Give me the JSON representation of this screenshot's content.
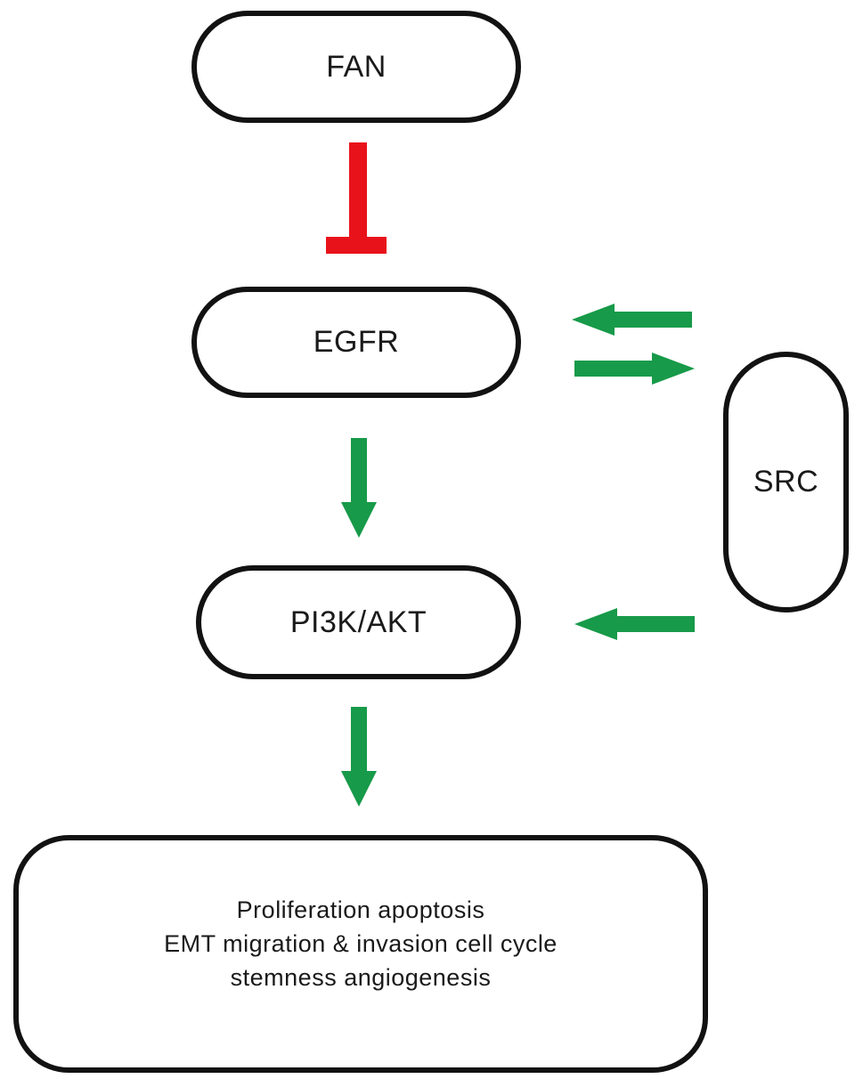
{
  "diagram": {
    "type": "signaling-pathway",
    "nodes": {
      "fan": {
        "label": "FAN"
      },
      "egfr": {
        "label": "EGFR"
      },
      "src": {
        "label": "SRC"
      },
      "pi3k_akt": {
        "label": "PI3K/AKT"
      },
      "outcomes": {
        "line1": "Proliferation apoptosis",
        "line2": "EMT migration & invasion cell cycle",
        "line3": "stemness angiogenesis"
      }
    },
    "edges": [
      {
        "from": "FAN",
        "to": "EGFR",
        "type": "inhibition",
        "color": "#e8121b"
      },
      {
        "from": "SRC",
        "to": "EGFR",
        "type": "activation",
        "color": "#179a49"
      },
      {
        "from": "EGFR",
        "to": "SRC",
        "type": "activation",
        "color": "#179a49"
      },
      {
        "from": "EGFR",
        "to": "PI3K/AKT",
        "type": "activation",
        "color": "#179a49"
      },
      {
        "from": "SRC",
        "to": "PI3K/AKT",
        "type": "activation",
        "color": "#179a49"
      },
      {
        "from": "PI3K/AKT",
        "to": "outcomes",
        "type": "activation",
        "color": "#179a49"
      }
    ],
    "colors": {
      "activation": "#179a49",
      "inhibition": "#e8121b",
      "node_border": "#121212",
      "text": "#1a1a1a",
      "background": "#ffffff"
    }
  }
}
